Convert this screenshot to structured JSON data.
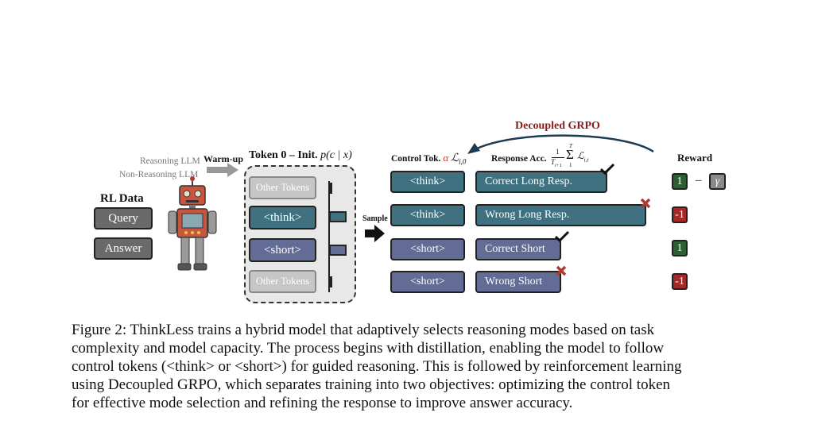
{
  "colors": {
    "teal": "#3f7180",
    "slate": "#626c94",
    "green": "#2e5f33",
    "red": "#a32a27",
    "decoupled_title": "#8b1a1a",
    "alpha": "#c0392b"
  },
  "left": {
    "reasoning_llm": "Reasoning LLM",
    "non_reasoning_llm": "Non-Reasoning LLM",
    "warmup": "Warm-up",
    "rl_data": "RL Data",
    "query": "Query",
    "answer": "Answer"
  },
  "token0": {
    "title_prefix": "Token 0 – Init.",
    "title_formula": "p(c | x)",
    "items": [
      "Other Tokens",
      "<think>",
      "<short>",
      "Other Tokens"
    ],
    "sample": "Sample"
  },
  "grpo": {
    "title": "Decoupled GRPO",
    "control_header": "Control Tok.",
    "alpha": "α",
    "control_loss": "ℒ",
    "control_loss_sub": "i,0",
    "response_header": "Response Acc.",
    "frac_num": "1",
    "frac_den": "T",
    "frac_den_sub": "i+1",
    "sum_top": "T",
    "sum_bottom": "1",
    "response_loss": "ℒ",
    "response_loss_sub": "i,t",
    "reward_header": "Reward",
    "rows": [
      {
        "control": "<think>",
        "response": "Correct Long Resp.",
        "mark": "check",
        "reward": "1"
      },
      {
        "control": "<think>",
        "response": "Wrong Long Resp.",
        "mark": "cross",
        "reward": "-1"
      },
      {
        "control": "<short>",
        "response": "Correct Short",
        "mark": "check",
        "reward": "1"
      },
      {
        "control": "<short>",
        "response": "Wrong Short",
        "mark": "cross",
        "reward": "-1"
      }
    ],
    "reward_minus": "–",
    "gamma": "γ"
  },
  "caption": {
    "lines": [
      "Figure 2: ThinkLess trains a hybrid model that adaptively selects reasoning modes based on task",
      "complexity and model capacity. The process begins with distillation, enabling the model to follow",
      "control tokens (<think> or <short>) for guided reasoning. This is followed by reinforcement learning",
      "using Decoupled GRPO, which separates training into two objectives: optimizing the control token",
      "for effective mode selection and refining the response to improve answer accuracy."
    ]
  }
}
